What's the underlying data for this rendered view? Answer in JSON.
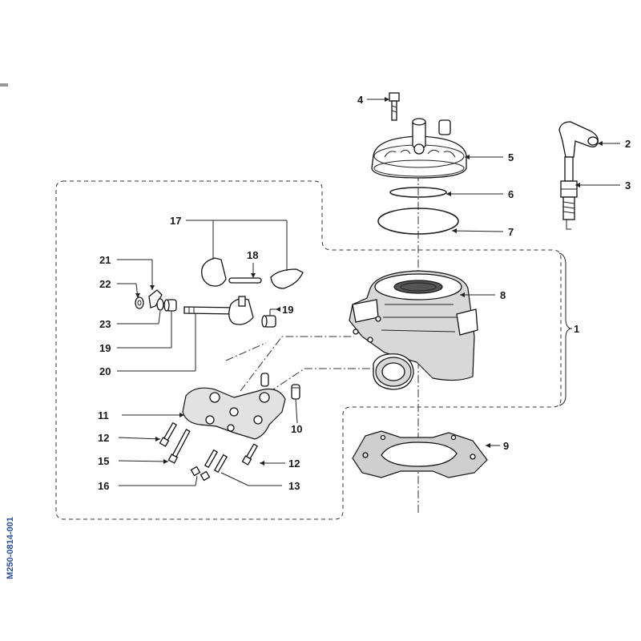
{
  "drawing_code": "M250-0814-001",
  "callouts": {
    "c1": "1",
    "c2": "2",
    "c3": "3",
    "c4": "4",
    "c5": "5",
    "c6": "6",
    "c7": "7",
    "c8": "8",
    "c9": "9",
    "c10": "10",
    "c11": "11",
    "c12a": "12",
    "c12b": "12",
    "c13": "13",
    "c15": "15",
    "c16": "16",
    "c17": "17",
    "c18": "18",
    "c19a": "19",
    "c19b": "19",
    "c20": "20",
    "c21": "21",
    "c22": "22",
    "c23": "23"
  }
}
